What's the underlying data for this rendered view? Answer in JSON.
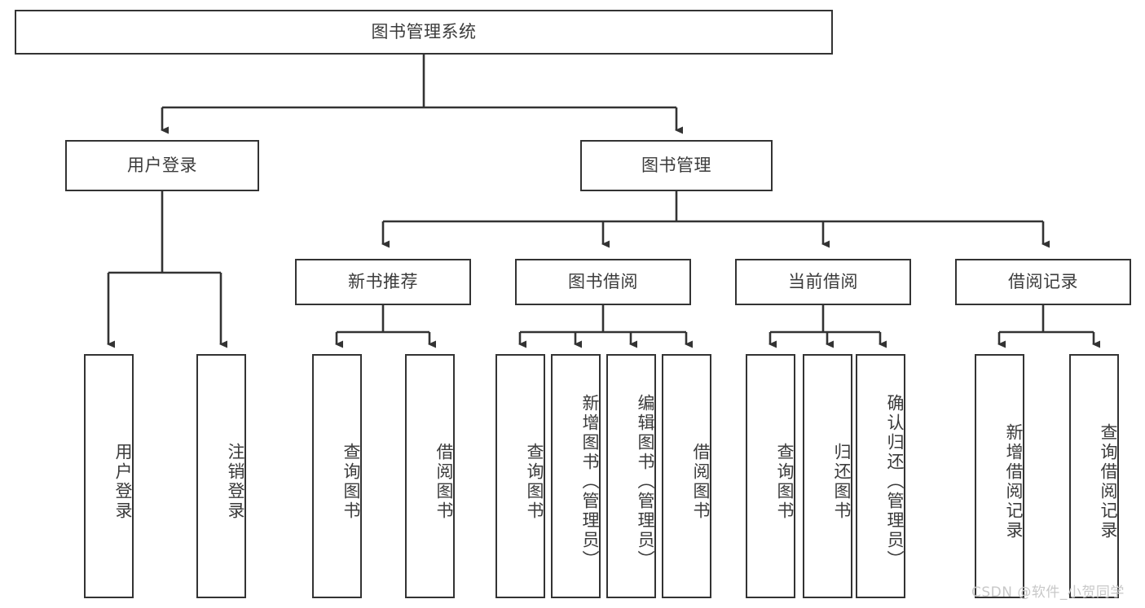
{
  "diagram": {
    "title_node": {
      "id": "root",
      "label": "图书管理系统"
    },
    "level2": [
      {
        "id": "user-login",
        "label": "用户登录"
      },
      {
        "id": "book-manage",
        "label": "图书管理"
      }
    ],
    "level3": [
      {
        "id": "new-book-recommend",
        "label": "新书推荐"
      },
      {
        "id": "book-borrow",
        "label": "图书借阅"
      },
      {
        "id": "current-borrow",
        "label": "当前借阅"
      },
      {
        "id": "borrow-record",
        "label": "借阅记录"
      }
    ],
    "leaves": {
      "user_login": [
        {
          "id": "leaf-user-login",
          "label": "用户登录"
        },
        {
          "id": "leaf-logout-login",
          "label": "注销登录"
        }
      ],
      "new_book_recommend": [
        {
          "id": "leaf-query-book-1",
          "label": "查询图书"
        },
        {
          "id": "leaf-borrow-book-1",
          "label": "借阅图书"
        }
      ],
      "book_borrow": [
        {
          "id": "leaf-query-book-2",
          "label": "查询图书"
        },
        {
          "id": "leaf-add-book",
          "label": "新增图书（管理员）"
        },
        {
          "id": "leaf-edit-book",
          "label": "编辑图书（管理员）"
        },
        {
          "id": "leaf-borrow-book-2",
          "label": "借阅图书"
        }
      ],
      "current_borrow": [
        {
          "id": "leaf-query-book-3",
          "label": "查询图书"
        },
        {
          "id": "leaf-return-book",
          "label": "归还图书"
        },
        {
          "id": "leaf-confirm-return",
          "label": "确认归还（管理员）"
        }
      ],
      "borrow_record": [
        {
          "id": "leaf-add-record",
          "label": "新增借阅记录"
        },
        {
          "id": "leaf-query-record",
          "label": "查询借阅记录"
        }
      ]
    }
  },
  "watermark": {
    "text": "CSDN @软件_小贺同学"
  },
  "colors": {
    "stroke": "#333333",
    "text": "#3b3b3b",
    "background": "#ffffff",
    "watermark": "#c8c8c8"
  }
}
